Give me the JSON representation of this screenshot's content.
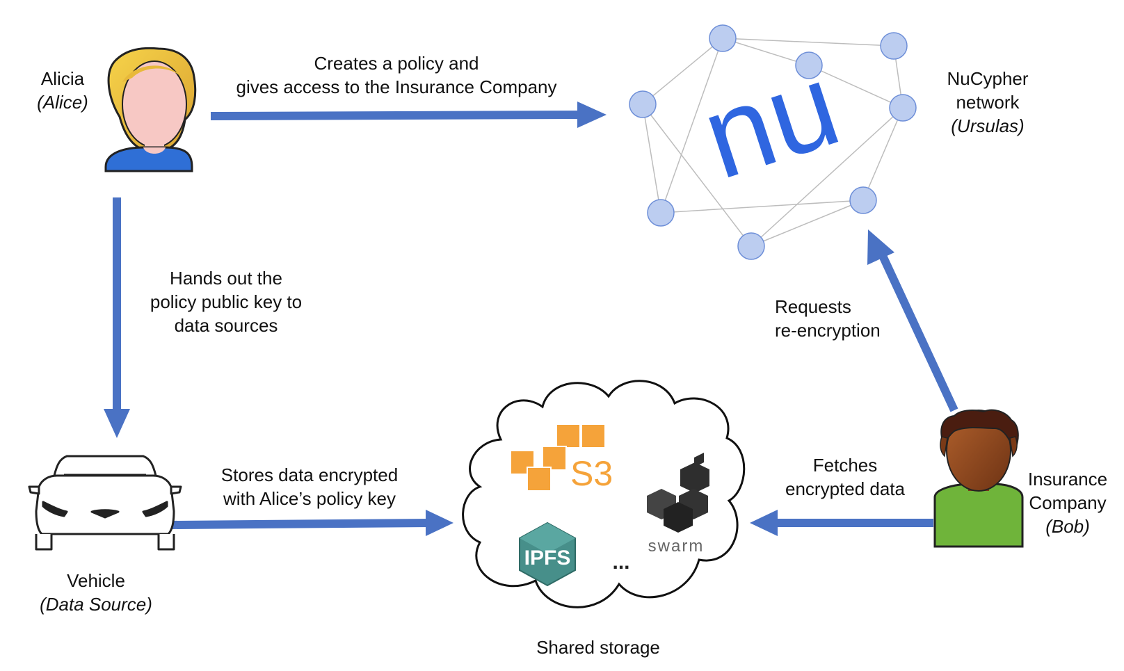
{
  "actors": {
    "alice": {
      "name": "Alicia",
      "role": "(Alice)"
    },
    "network": {
      "line1": "NuCypher",
      "line2": "network",
      "role": "(Ursulas)",
      "logo_text": "nu"
    },
    "vehicle": {
      "name": "Vehicle",
      "role": "(Data Source)"
    },
    "bob": {
      "line1": "Insurance",
      "line2": "Company",
      "role": "(Bob)"
    },
    "storage": {
      "label": "Shared storage"
    }
  },
  "edges": {
    "alice_to_network": {
      "line1": "Creates a policy and",
      "line2": "gives access to the Insurance Company"
    },
    "alice_to_vehicle": {
      "line1": "Hands out the",
      "line2": "policy public key to",
      "line3": "data sources"
    },
    "vehicle_to_storage": {
      "line1": "Stores data encrypted",
      "line2": "with Alice’s policy key"
    },
    "bob_to_network": {
      "line1": "Requests",
      "line2": "re-encryption"
    },
    "bob_to_storage": {
      "line1": "Fetches",
      "line2": "encrypted data"
    }
  },
  "storage_services": {
    "s3": "S3",
    "ipfs": "IPFS",
    "swarm": "swarm",
    "more": "..."
  },
  "colors": {
    "arrow": "#4a72c4",
    "node_fill": "#bccdf0",
    "node_stroke": "#6e8fd8",
    "nu_logo": "#2f66e0",
    "aws_orange": "#f5a33a",
    "ipfs_teal": "#478f8a",
    "alice_hair": "#e8b93a",
    "alice_shirt": "#2f6fd6",
    "bob_hair": "#4a1d10",
    "bob_skin": "#9a4d22",
    "bob_shirt": "#6fb43a"
  }
}
